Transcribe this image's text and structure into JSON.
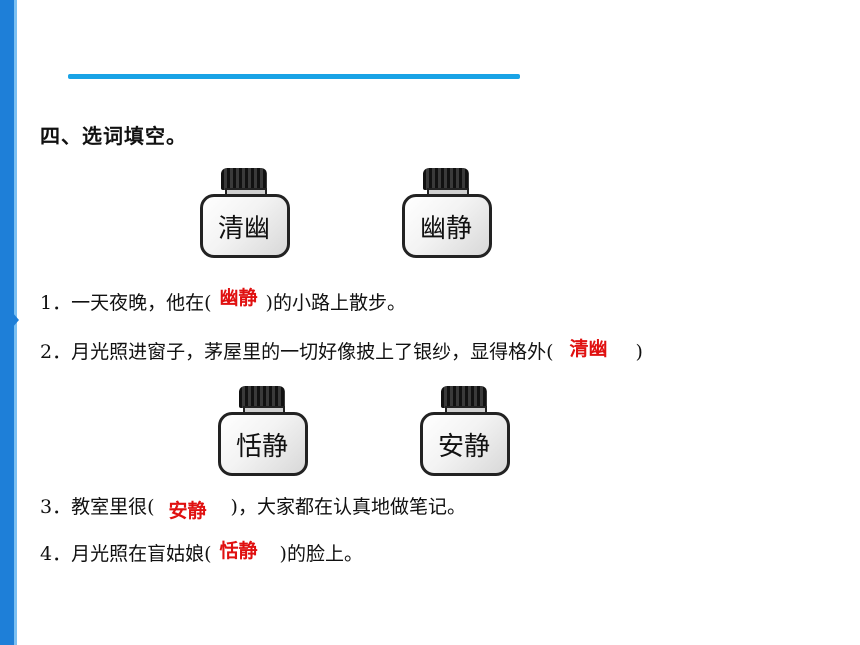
{
  "section_title": "四、选词填空。",
  "jars_top": [
    "清幽",
    "幽静"
  ],
  "jars_bottom": [
    "恬静",
    "安静"
  ],
  "items": [
    {
      "num": "1．",
      "before": "一天夜晚，他在(",
      "answer": "幽静",
      "after": ")的小路上散步。"
    },
    {
      "num": "2．",
      "before": "月光照进窗子，茅屋里的一切好像披上了银纱，显得格外(",
      "answer": "清幽",
      "after": ")"
    },
    {
      "num": "3．",
      "before": "教室里很(",
      "answer": "安静",
      "after": ")，大家都在认真地做笔记。"
    },
    {
      "num": "4．",
      "before": "月光照在盲姑娘(",
      "answer": "恬静",
      "after": ")的脸上。"
    }
  ],
  "colors": {
    "answer": "#e01010",
    "accent_bar": "#1e7fd8",
    "top_line": "#19a3e6"
  }
}
